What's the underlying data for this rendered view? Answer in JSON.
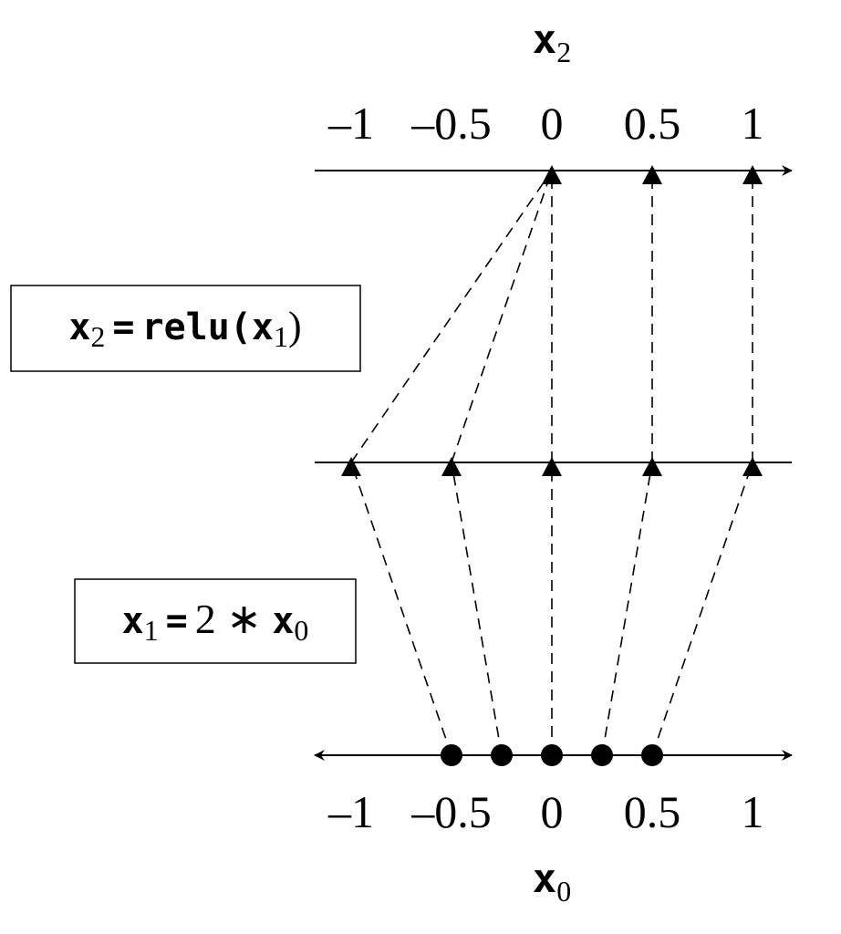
{
  "axes": {
    "top": {
      "variable": "x",
      "subscript": "2",
      "ticks": [
        "–1",
        "–0.5",
        "0",
        "0.5",
        "1"
      ],
      "tick_values": [
        -1,
        -0.5,
        0,
        0.5,
        1
      ]
    },
    "middle": {
      "points": [
        -1,
        -0.5,
        0,
        0.5,
        1
      ]
    },
    "bottom": {
      "variable": "x",
      "subscript": "0",
      "ticks": [
        "–1",
        "–0.5",
        "0",
        "0.5",
        "1"
      ],
      "tick_values": [
        -1,
        -0.5,
        0,
        0.5,
        1
      ]
    }
  },
  "points": {
    "x0": [
      -0.5,
      -0.25,
      0,
      0.25,
      0.5
    ],
    "x1": [
      -1,
      -0.5,
      0,
      0.5,
      1
    ],
    "x2": [
      0,
      0,
      0,
      0.5,
      1
    ]
  },
  "equations": {
    "relu": {
      "lhs": "x",
      "lhs_sub": "2",
      "op": "=",
      "fn": "relu(",
      "arg": "x",
      "arg_sub": "1",
      "close": ")"
    },
    "double": {
      "lhs": "x",
      "lhs_sub": "1",
      "op": "=",
      "rhs": "2 ∗ ",
      "arg": "x",
      "arg_sub": "0"
    }
  }
}
